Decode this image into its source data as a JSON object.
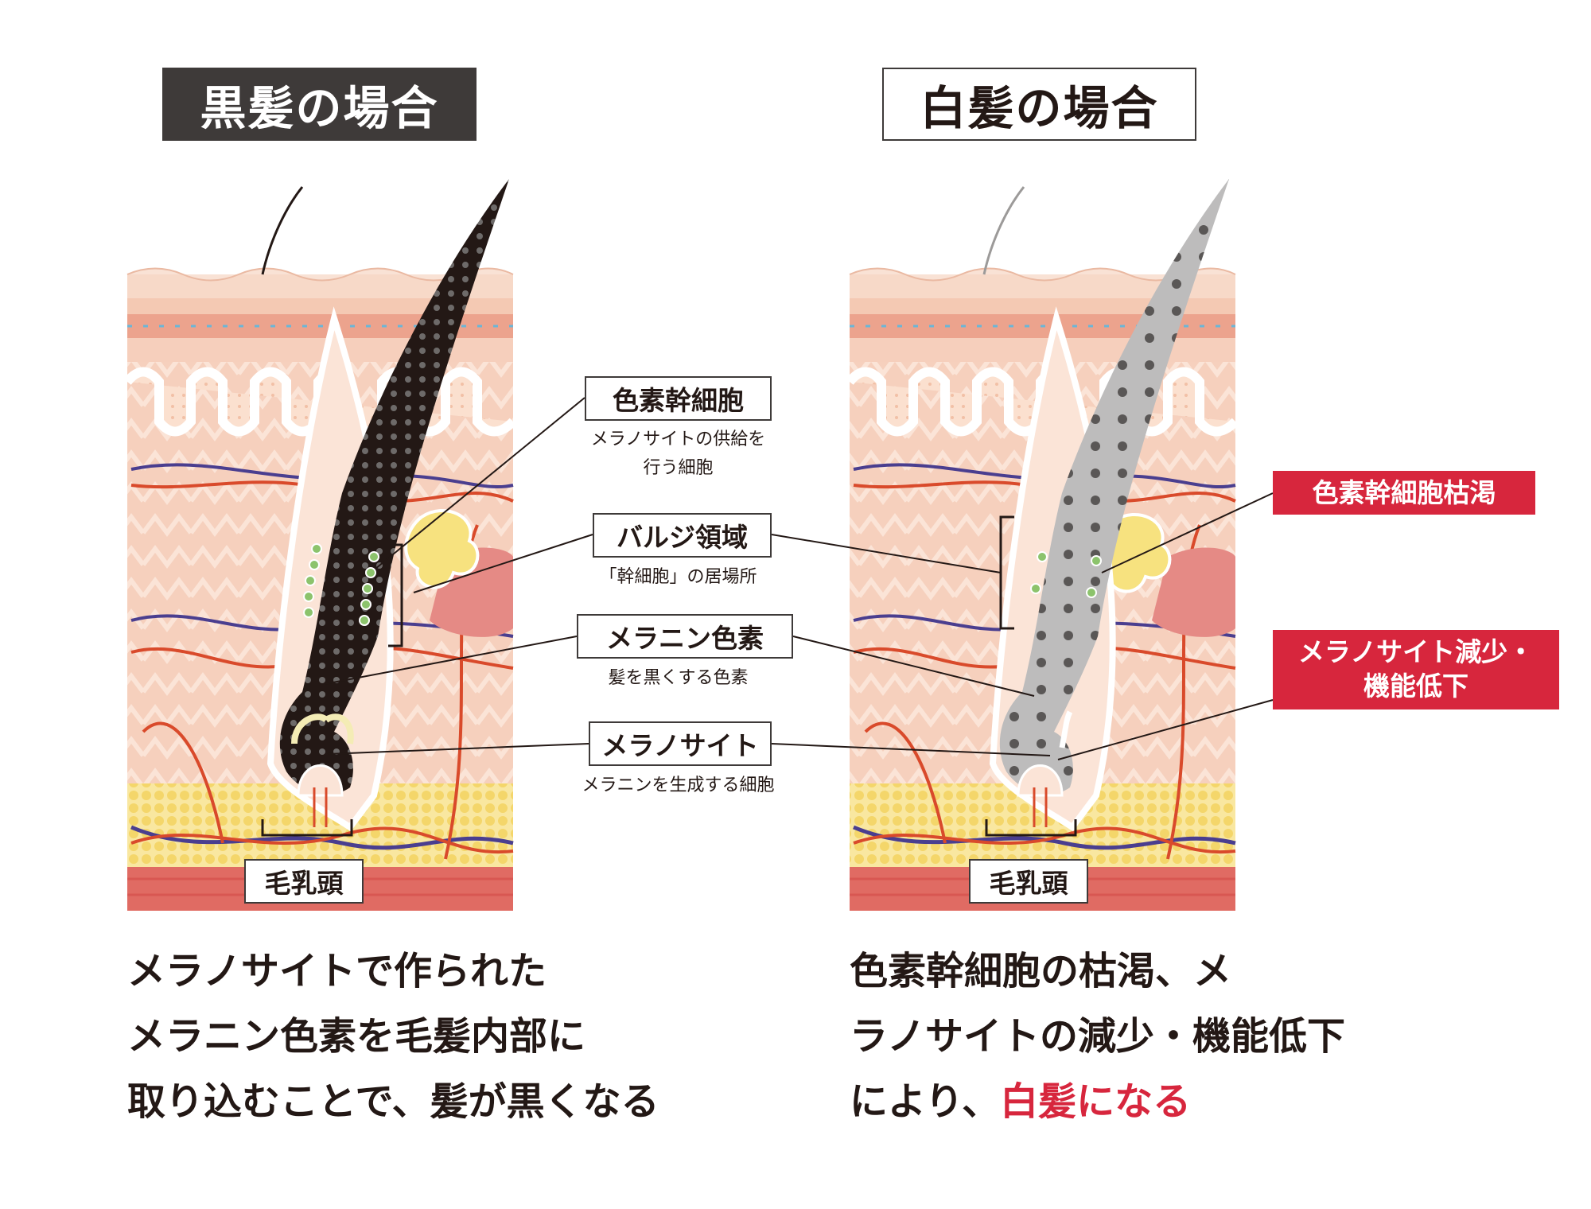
{
  "left": {
    "title": "黒髪の場合",
    "papilla_label": "毛乳頭",
    "caption": [
      "メラノサイトで作られた",
      "メラニン色素を毛髪内部に",
      "取り込むことで、髪が黒くなる"
    ]
  },
  "right": {
    "title": "白髪の場合",
    "papilla_label": "毛乳頭",
    "caption_line1": "色素幹細胞の枯渇、メ",
    "caption_line2": "ラノサイトの減少・機能低下",
    "caption_line3_prefix": "により、",
    "caption_line3_accent": "白髪になる",
    "callout_1": "色素幹細胞枯渇",
    "callout_2_line1": "メラノサイト減少・",
    "callout_2_line2": "機能低下"
  },
  "center_labels": [
    {
      "title": "色素幹細胞",
      "desc_lines": [
        "メラノサイトの供給を",
        "行う細胞"
      ]
    },
    {
      "title": "バルジ領域",
      "desc_lines": [
        "「幹細胞」の居場所"
      ]
    },
    {
      "title": "メラニン色素",
      "desc_lines": [
        "髪を黒くする色素"
      ]
    },
    {
      "title": "メラノサイト",
      "desc_lines": [
        "メラニンを生成する細胞"
      ]
    }
  ],
  "colors": {
    "accent_red": "#d7263d",
    "dark": "#3e3a39",
    "skin": "#f6cdb8",
    "fat": "#f7e27f",
    "vein": "#4a3e8f",
    "artery": "#d94a2b"
  },
  "icons": [
    "hair-follicle-illustration",
    "muscle-illustration",
    "sebaceous-gland-illustration"
  ]
}
